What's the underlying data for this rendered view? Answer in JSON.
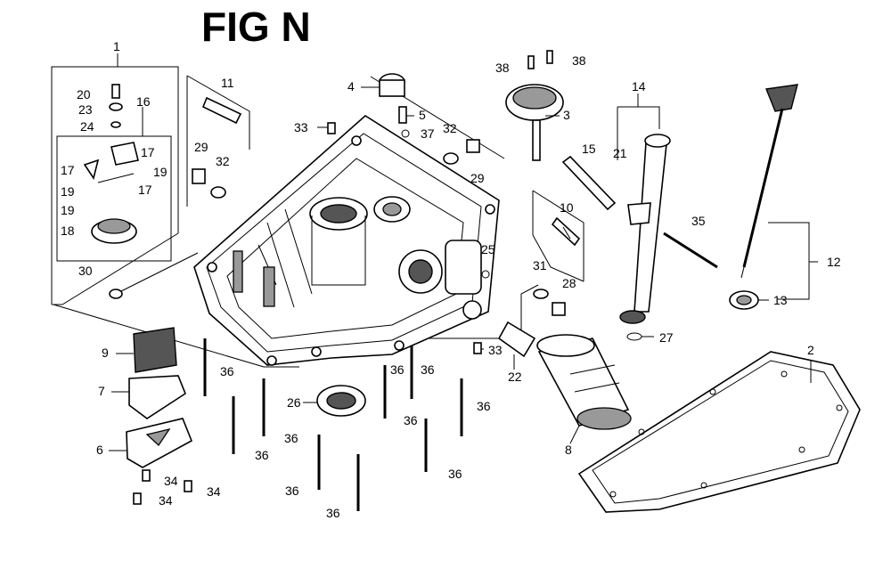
{
  "figure": {
    "title": "FIG N"
  },
  "callouts": [
    {
      "id": "c1",
      "text": "1"
    },
    {
      "id": "c2",
      "text": "2"
    },
    {
      "id": "c3",
      "text": "3"
    },
    {
      "id": "c4",
      "text": "4"
    },
    {
      "id": "c5",
      "text": "5"
    },
    {
      "id": "c6",
      "text": "6"
    },
    {
      "id": "c7",
      "text": "7"
    },
    {
      "id": "c8",
      "text": "8"
    },
    {
      "id": "c9",
      "text": "9"
    },
    {
      "id": "c10",
      "text": "10"
    },
    {
      "id": "c11",
      "text": "11"
    },
    {
      "id": "c12",
      "text": "12"
    },
    {
      "id": "c13",
      "text": "13"
    },
    {
      "id": "c14",
      "text": "14"
    },
    {
      "id": "c15",
      "text": "15"
    },
    {
      "id": "c16",
      "text": "16"
    },
    {
      "id": "c17a",
      "text": "17"
    },
    {
      "id": "c17b",
      "text": "17"
    },
    {
      "id": "c17c",
      "text": "17"
    },
    {
      "id": "c18",
      "text": "18"
    },
    {
      "id": "c19a",
      "text": "19"
    },
    {
      "id": "c19b",
      "text": "19"
    },
    {
      "id": "c19c",
      "text": "19"
    },
    {
      "id": "c20",
      "text": "20"
    },
    {
      "id": "c21",
      "text": "21"
    },
    {
      "id": "c22",
      "text": "22"
    },
    {
      "id": "c23",
      "text": "23"
    },
    {
      "id": "c24",
      "text": "24"
    },
    {
      "id": "c25",
      "text": "25"
    },
    {
      "id": "c26",
      "text": "26"
    },
    {
      "id": "c27",
      "text": "27"
    },
    {
      "id": "c28",
      "text": "28"
    },
    {
      "id": "c29a",
      "text": "29"
    },
    {
      "id": "c29b",
      "text": "29"
    },
    {
      "id": "c30",
      "text": "30"
    },
    {
      "id": "c31",
      "text": "31"
    },
    {
      "id": "c32a",
      "text": "32"
    },
    {
      "id": "c32b",
      "text": "32"
    },
    {
      "id": "c33a",
      "text": "33"
    },
    {
      "id": "c33b",
      "text": "33"
    },
    {
      "id": "c34a",
      "text": "34"
    },
    {
      "id": "c34b",
      "text": "34"
    },
    {
      "id": "c34c",
      "text": "34"
    },
    {
      "id": "c35",
      "text": "35"
    },
    {
      "id": "c36a",
      "text": "36"
    },
    {
      "id": "c36b",
      "text": "36"
    },
    {
      "id": "c36c",
      "text": "36"
    },
    {
      "id": "c36d",
      "text": "36"
    },
    {
      "id": "c36e",
      "text": "36"
    },
    {
      "id": "c36f",
      "text": "36"
    },
    {
      "id": "c36g",
      "text": "36"
    },
    {
      "id": "c36h",
      "text": "36"
    },
    {
      "id": "c36i",
      "text": "36"
    },
    {
      "id": "c36j",
      "text": "36"
    },
    {
      "id": "c37",
      "text": "37"
    },
    {
      "id": "c38a",
      "text": "38"
    },
    {
      "id": "c38b",
      "text": "38"
    }
  ]
}
